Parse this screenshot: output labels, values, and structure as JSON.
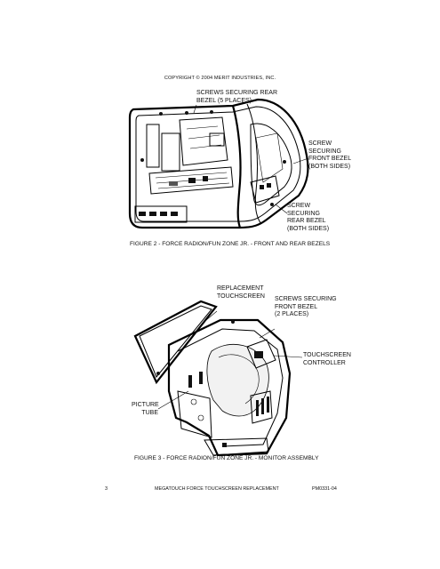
{
  "header": {
    "copyright": "COPYRIGHT © 2004 MERIT INDUSTRIES, INC."
  },
  "figure2": {
    "labels": {
      "rear_screws": [
        "SCREWS SECURING REAR",
        "BEZEL (5 PLACES)"
      ],
      "front_screw": [
        "SCREW",
        "SECURING",
        "FRONT BEZEL",
        "(BOTH SIDES)"
      ],
      "rear_screw_side": [
        "SCREW",
        "SECURING",
        "REAR BEZEL",
        "(BOTH SIDES)"
      ]
    },
    "caption": "FIGURE 2 - FORCE RADION/FUN ZONE JR. - FRONT AND REAR BEZELS"
  },
  "figure3": {
    "labels": {
      "replacement_touchscreen": [
        "REPLACEMENT",
        "TOUCHSCREEN"
      ],
      "front_bezel_screws": [
        "SCREWS SECURING",
        "FRONT BEZEL",
        "(2 PLACES)"
      ],
      "touchscreen_controller": [
        "TOUCHSCREEN",
        "CONTROLLER"
      ],
      "picture_tube": [
        "PICTURE",
        "TUBE"
      ]
    },
    "caption": "FIGURE 3 - FORCE RADION/FUN ZONE JR. - MONITOR ASSEMBLY"
  },
  "footer": {
    "page_number": "3",
    "title": "MEGATOUCH FORCE TOUCHSCREEN REPLACEMENT",
    "doc_id": "PM0331-04"
  }
}
